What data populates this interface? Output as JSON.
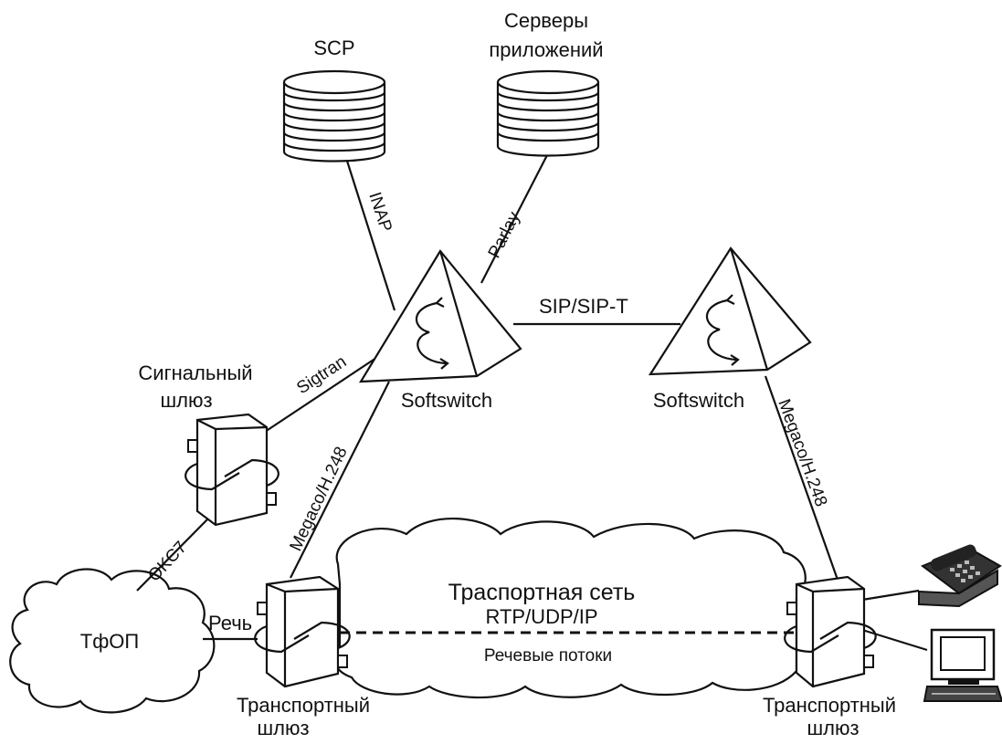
{
  "nodes": {
    "scp": {
      "label": "SCP"
    },
    "app_servers": {
      "label_line1": "Серверы",
      "label_line2": "приложений"
    },
    "softswitch_left": {
      "label": "Softswitch"
    },
    "softswitch_right": {
      "label": "Softswitch"
    },
    "signal_gateway": {
      "label_line1": "Сигнальный",
      "label_line2": "шлюз"
    },
    "pstn": {
      "label": "ТфОП"
    },
    "transport_gw_left": {
      "label_line1": "Транспортный",
      "label_line2": "шлюз"
    },
    "transport_gw_right": {
      "label_line1": "Транспортный",
      "label_line2": "шлюз"
    },
    "transport_network": {
      "label_line1": "Траспортная сеть",
      "label_line2": "RTP/UDP/IP"
    }
  },
  "links": {
    "inap": "INAP",
    "parlay": "Parlay",
    "sip": "SIP/SIP-T",
    "sigtran": "Sigtran",
    "megaco_left": "Megaco/H.248",
    "megaco_right": "Megaco/H.248",
    "oks7": "OKC7",
    "speech": "Речь",
    "speech_streams": "Речевые потоки"
  },
  "colors": {
    "ink": "#111111",
    "background": "#ffffff"
  }
}
